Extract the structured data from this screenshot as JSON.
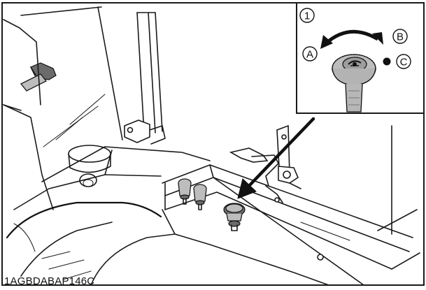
{
  "callout": {
    "number_label": "1",
    "direction_a": "A",
    "direction_b": "B",
    "position_c": "C"
  },
  "figure_code": "1AGBDABAP146C"
}
